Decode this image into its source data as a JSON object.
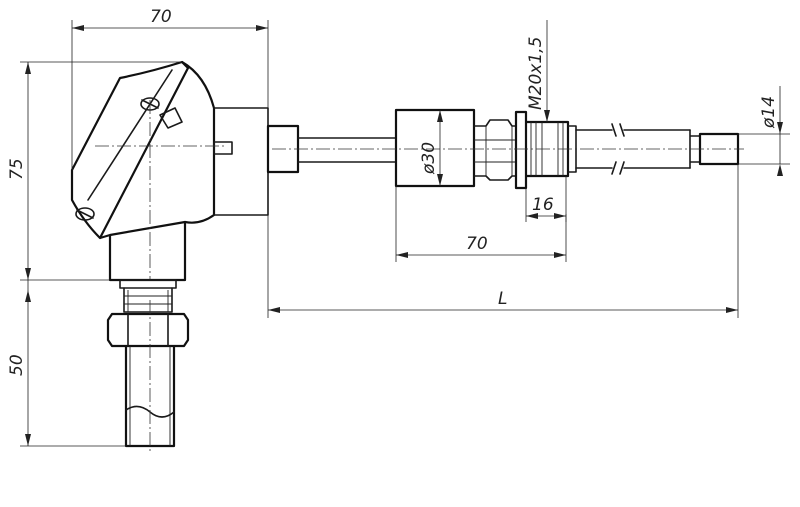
{
  "drawing": {
    "dimensions": {
      "head_width": "70",
      "head_height": "75",
      "nipple_length": "50",
      "sleeve_diameter": "ø30",
      "thread": "M20x1,5",
      "thread_length": "16",
      "fitting_length": "70",
      "probe_length": "L",
      "probe_diameter": "ø14"
    }
  }
}
